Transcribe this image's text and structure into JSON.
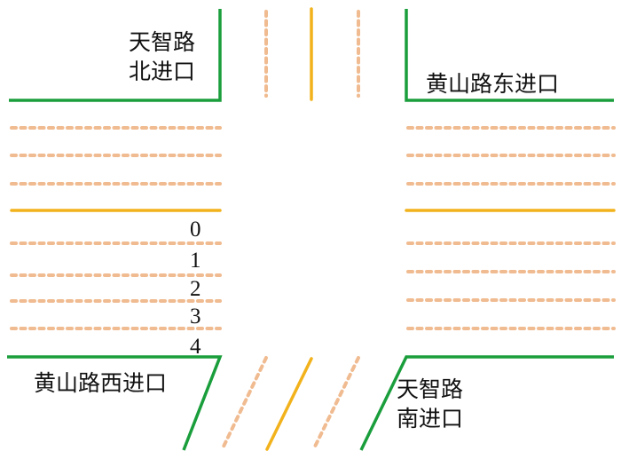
{
  "labels": {
    "north_line1": "天智路",
    "north_line2": "北进口",
    "east": "黄山路东进口",
    "west": "黄山路西进口",
    "south_line1": "天智路",
    "south_line2": "南进口"
  },
  "lane_numbers": [
    "0",
    "1",
    "2",
    "3",
    "4"
  ],
  "colors": {
    "curb": "#1a9e3c",
    "center_line": "#f2b21b",
    "lane_divider": "#f0bb90"
  }
}
